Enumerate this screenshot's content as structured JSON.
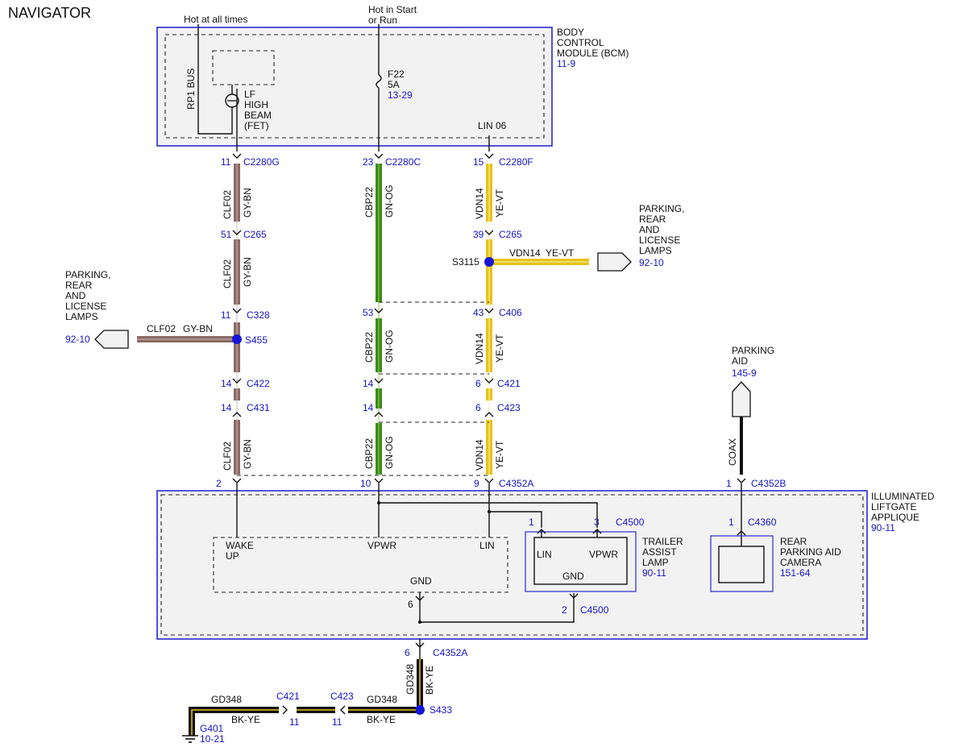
{
  "title": "NAVIGATOR",
  "colors": {
    "gy_bn": "#8b6a66",
    "gn_og": "#3a8a17",
    "ye_vt": "#e8c21a",
    "bk_ye": "#111111",
    "link": "#1515c8",
    "module_border": "#2a2ad0"
  },
  "top": {
    "hot_always": "Hot at all times",
    "hot_start_1": "Hot in Start",
    "hot_start_2": "or Run"
  },
  "bcm": {
    "name_1": "BODY",
    "name_2": "CONTROL",
    "name_3": "MODULE (BCM)",
    "ref": "11-9",
    "rp1_bus": "RP1 BUS",
    "fet_1": "LF",
    "fet_2": "HIGH",
    "fet_3": "BEAM",
    "fet_4": "(FET)",
    "fuse_1": "F22",
    "fuse_2": "5A",
    "fuse_ref": "13-29",
    "lin": "LIN 06"
  },
  "connectors": {
    "c2280g_pin": "11",
    "c2280g": "C2280G",
    "c2280c_pin": "23",
    "c2280c": "C2280C",
    "c2280f_pin": "15",
    "c2280f": "C2280F",
    "c265_l_pin": "51",
    "c265_l": "C265",
    "c265_r_pin": "39",
    "c265_r": "C265",
    "c328_pin": "11",
    "c328": "C328",
    "c406_l_pin": "53",
    "c406_r_pin": "43",
    "c406": "C406",
    "c422_pin": "14",
    "c422": "C422",
    "c421_m_pin": "14",
    "c421_r_pin": "6",
    "c421": "C421",
    "c431_pin": "14",
    "c431": "C431",
    "c423_m_pin": "14",
    "c423_r_pin": "6",
    "c423": "C423",
    "c4352a_p2": "2",
    "c4352a_p10": "10",
    "c4352a_p9": "9",
    "c4352a": "C4352A",
    "c4352b_pin": "1",
    "c4352b": "C4352B",
    "c4500_p1": "1",
    "c4500_p3": "3",
    "c4500_p2": "2",
    "c4500": "C4500",
    "c4500_b": "C4500",
    "c4360_pin": "1",
    "c4360": "C4360",
    "gnd_pin": "6",
    "c4352a_b_pin": "6",
    "c4352a_b": "C4352A",
    "c421_b": "C421",
    "c421_b_pin": "11",
    "c423_b": "C423",
    "c423_b_pin": "11"
  },
  "wires": {
    "clf02": "CLF02",
    "gy_bn": "GY-BN",
    "cbp22": "CBP22",
    "gn_og": "GN-OG",
    "vdn14": "VDN14",
    "ye_vt": "YE-VT",
    "coax": "COAX",
    "gd348": "GD348",
    "bk_ye": "BK-YE"
  },
  "splices": {
    "s3115": "S3115",
    "s455": "S455",
    "s433": "S433"
  },
  "right_lamps": {
    "l1": "PARKING,",
    "l2": "REAR",
    "l3": "AND",
    "l4": "LICENSE",
    "l5": "LAMPS",
    "ref": "92-10",
    "wire": "VDN14",
    "color": "YE-VT"
  },
  "left_lamps": {
    "l1": "PARKING,",
    "l2": "REAR",
    "l3": "AND",
    "l4": "LICENSE",
    "l5": "LAMPS",
    "ref": "92-10",
    "wire": "CLF02",
    "color": "GY-BN"
  },
  "parking_aid": {
    "l1": "PARKING",
    "l2": "AID",
    "ref": "145-9"
  },
  "liftgate": {
    "name_1": "ILLUMINATED",
    "name_2": "LIFTGATE",
    "name_3": "APPLIQUE",
    "ref": "90-11",
    "wake_1": "WAKE",
    "wake_2": "UP",
    "vpwr": "VPWR",
    "lin": "LIN",
    "gnd": "GND"
  },
  "trailer": {
    "lin": "LIN",
    "vpwr": "VPWR",
    "gnd": "GND",
    "name_1": "TRAILER",
    "name_2": "ASSIST",
    "name_3": "LAMP",
    "ref": "90-11"
  },
  "camera": {
    "name_1": "REAR",
    "name_2": "PARKING AID",
    "name_3": "CAMERA",
    "ref": "151-64"
  },
  "ground": {
    "name": "G401",
    "ref": "10-21"
  }
}
